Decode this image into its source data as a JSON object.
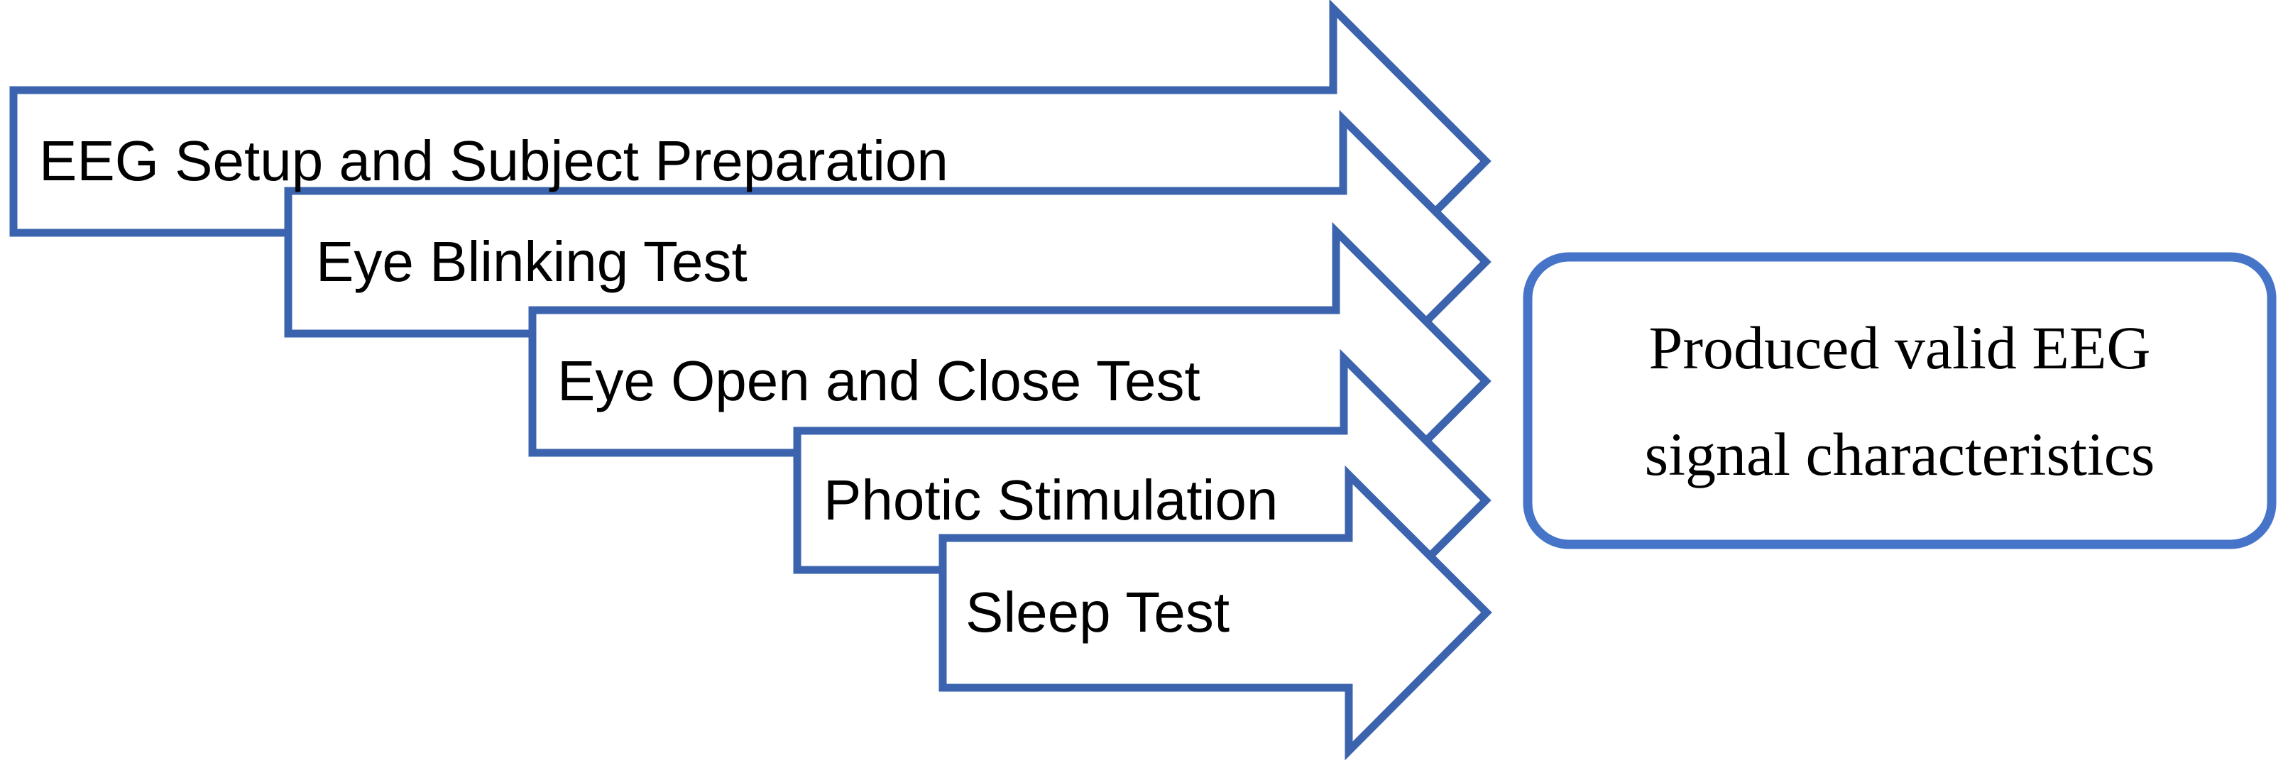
{
  "figure": {
    "title": "EEG test procedure cascade diagram",
    "steps": [
      {
        "label": "EEG Setup and Subject Preparation"
      },
      {
        "label": "Eye Blinking Test"
      },
      {
        "label": "Eye Open and Close Test"
      },
      {
        "label": "Photic Stimulation"
      },
      {
        "label": "Sleep Test"
      }
    ],
    "outcome": {
      "line1": "Produced valid EEG",
      "line2": "signal characteristics"
    },
    "colors": {
      "arrow_stroke": "#3C64AE",
      "outcome_stroke": "#4674C8",
      "shape_fill": "#FFFFFF",
      "text": "#000000",
      "background": "#FFFFFF"
    }
  }
}
